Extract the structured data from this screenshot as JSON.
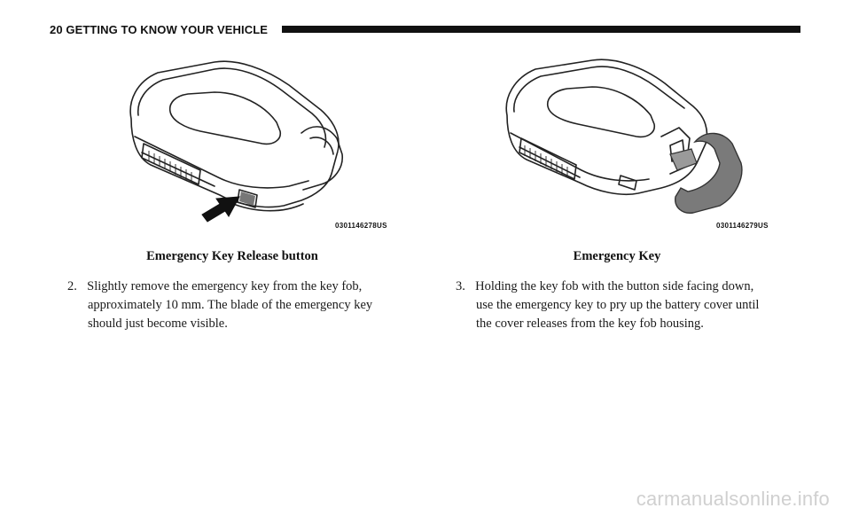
{
  "header": {
    "page_number_title": "20   GETTING TO KNOW YOUR VEHICLE"
  },
  "figures": [
    {
      "code": "0301146278US",
      "caption": "Emergency Key Release button",
      "illustration": "key-fob-with-arrow"
    },
    {
      "code": "0301146279US",
      "caption": "Emergency Key",
      "illustration": "key-fob-with-emergency-key"
    }
  ],
  "steps": [
    {
      "number": "2.",
      "lines": [
        "Slightly remove the emergency key from the key fob,",
        "approximately 10 mm. The blade of the emergency key",
        "should just become visible."
      ]
    },
    {
      "number": "3.",
      "lines": [
        "Holding the key fob with the button side facing down,",
        "use the emergency key to pry up the battery cover until",
        "the cover releases from the key fob housing."
      ]
    }
  ],
  "watermark": "carmanualsonline.info"
}
